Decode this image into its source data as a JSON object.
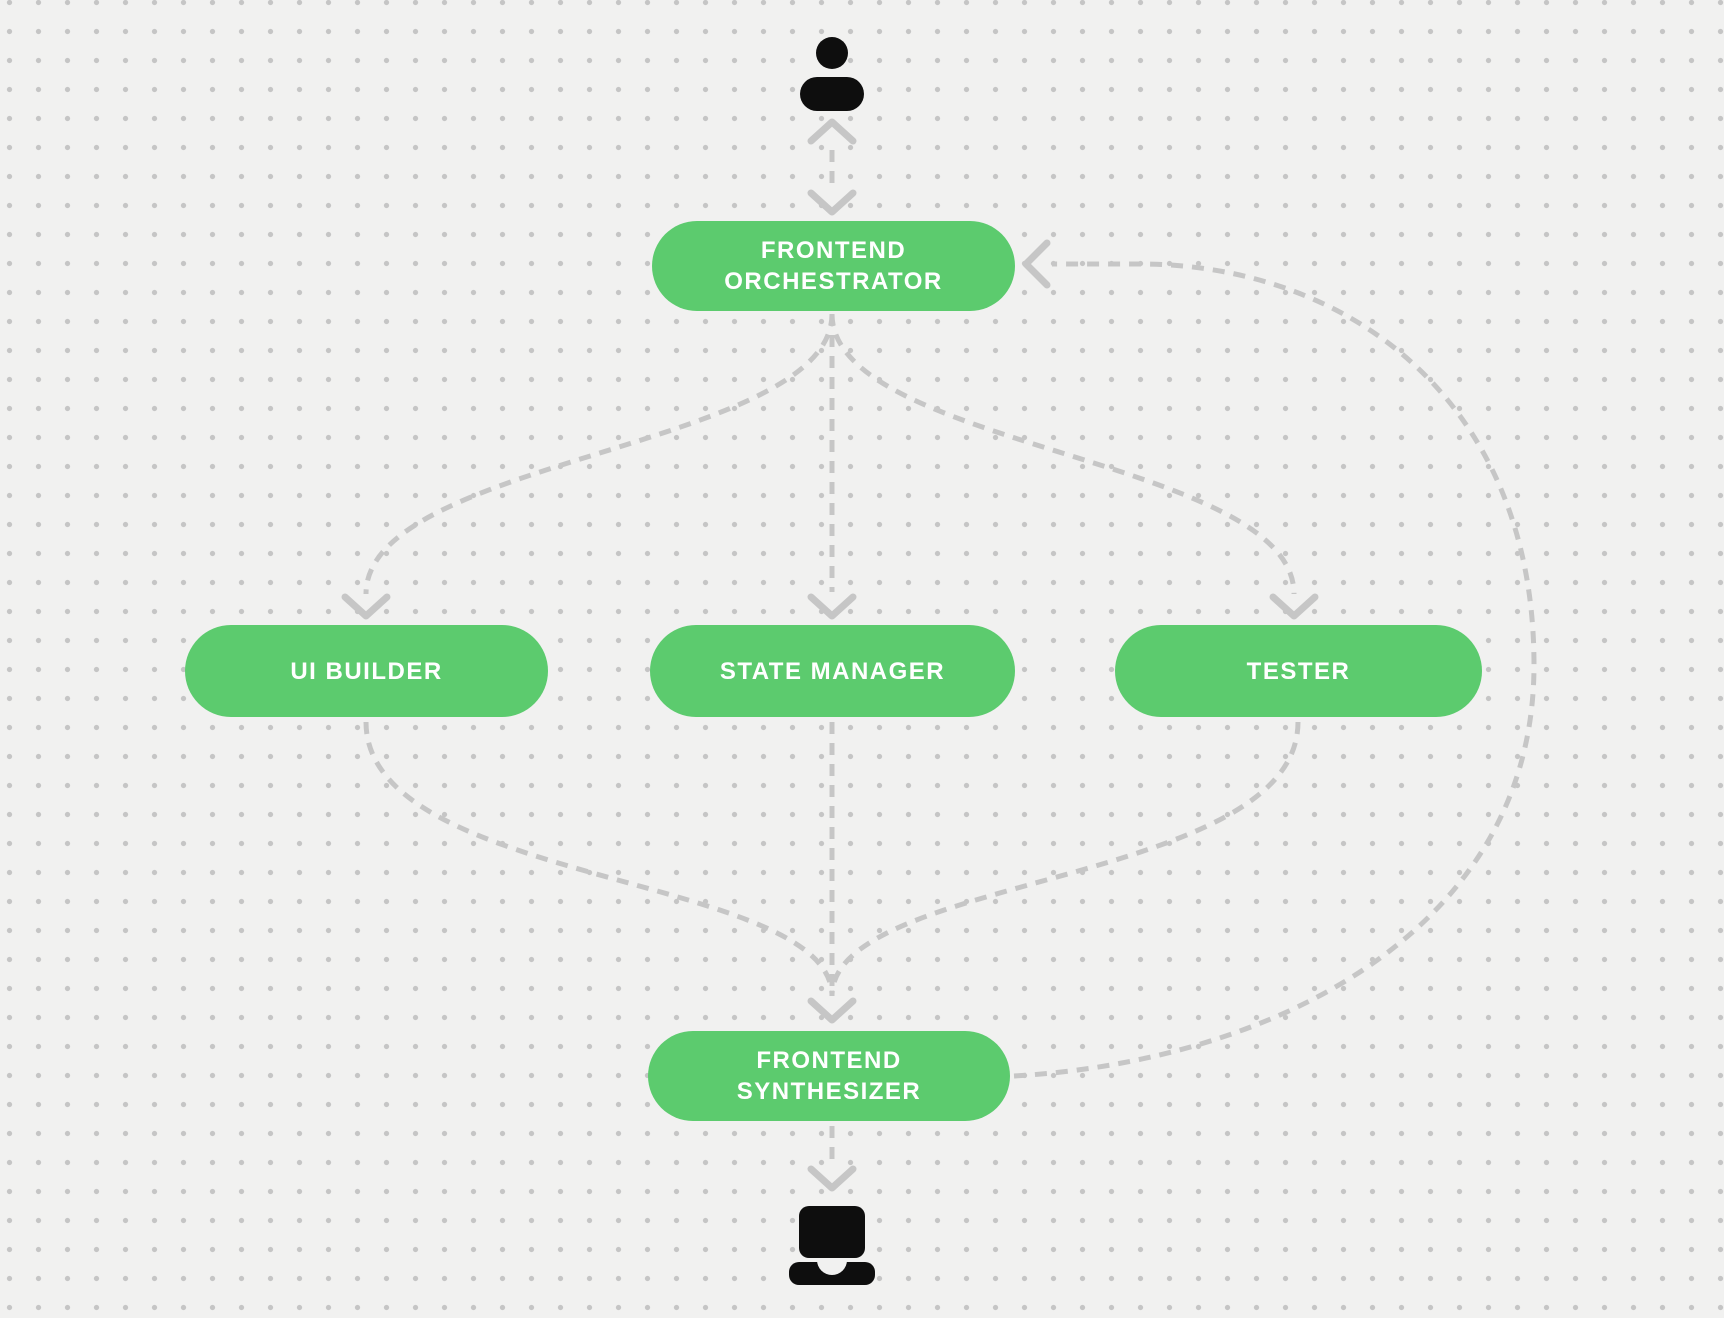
{
  "colors": {
    "background": "#f1f1f0",
    "dot": "#c5c5c5",
    "node_fill": "#5ccb6e",
    "node_text": "#ffffff",
    "connector": "#c6c6c6",
    "icon": "#0e0e0e"
  },
  "diagram": {
    "nodes": {
      "orchestrator": {
        "label": "FRONTEND\nORCHESTRATOR"
      },
      "ui_builder": {
        "label": "UI BUILDER"
      },
      "state_manager": {
        "label": "STATE MANAGER"
      },
      "tester": {
        "label": "TESTER"
      },
      "synthesizer": {
        "label": "FRONTEND\nSYNTHESIZER"
      }
    },
    "actors": {
      "user": "user-icon",
      "device": "laptop-icon"
    },
    "edges": [
      {
        "from": "user",
        "to": "orchestrator",
        "bidirectional": true,
        "style": "dashed"
      },
      {
        "from": "orchestrator",
        "to": "ui_builder",
        "style": "dashed"
      },
      {
        "from": "orchestrator",
        "to": "state_manager",
        "style": "dashed"
      },
      {
        "from": "orchestrator",
        "to": "tester",
        "style": "dashed"
      },
      {
        "from": "ui_builder",
        "to": "synthesizer",
        "style": "dashed"
      },
      {
        "from": "state_manager",
        "to": "synthesizer",
        "style": "dashed"
      },
      {
        "from": "tester",
        "to": "synthesizer",
        "style": "dashed"
      },
      {
        "from": "synthesizer",
        "to": "orchestrator",
        "style": "dashed"
      },
      {
        "from": "synthesizer",
        "to": "device",
        "style": "dashed"
      }
    ]
  }
}
